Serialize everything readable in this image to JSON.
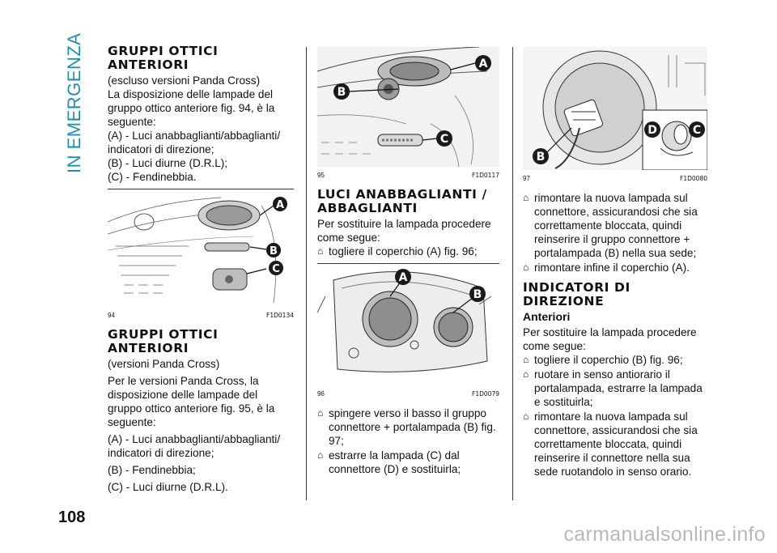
{
  "section_title": "IN EMERGENZA",
  "page_number": "108",
  "watermark": "carmanualsonline.info",
  "col1": {
    "h1": "GRUPPI OTTICI ANTERIORI",
    "p1": [
      "(escluso versioni Panda Cross)",
      "La disposizione delle lampade del gruppo ottico anteriore fig. 94, è la seguente:",
      "(A) - Luci anabbaglianti/abbaglianti/ indicatori di direzione;",
      "(B) - Luci diurne (D.R.L);",
      "(C) - Fendinebbia."
    ],
    "fig": {
      "number": "94",
      "code": "F1D0134",
      "labels": [
        "A",
        "B",
        "C"
      ]
    },
    "h2": "GRUPPI OTTICI ANTERIORI",
    "p2": [
      "(versioni Panda Cross)",
      "Per le versioni Panda Cross, la disposizione delle lampade del gruppo ottico anteriore fig. 95, è la seguente:",
      "(A) - Luci anabbaglianti/abbaglianti/ indicatori di direzione;",
      "(B) - Fendinebbia;",
      "(C) - Luci diurne (D.R.L)."
    ]
  },
  "col2": {
    "fig95": {
      "number": "95",
      "code": "F1D0117",
      "labels": [
        "A",
        "B",
        "C"
      ]
    },
    "h": "LUCI ANABBAGLIANTI / ABBAGLIANTI",
    "intro": "Per sostituire la lampada procedere come segue:",
    "bullets1": [
      "togliere il coperchio (A) fig. 96;"
    ],
    "fig96": {
      "number": "96",
      "code": "F1D0079",
      "labels": [
        "A",
        "B"
      ]
    },
    "bullets2": [
      "spingere verso il basso il gruppo connettore + portalampada (B) fig. 97;",
      "estrarre la lampada (C) dal connettore (D) e sostituirla;"
    ]
  },
  "col3": {
    "fig97": {
      "number": "97",
      "code": "F1D0080",
      "labels": [
        "B",
        "D",
        "C"
      ]
    },
    "bullets1": [
      "rimontare la nuova lampada sul connettore, assicurandosi che sia correttamente bloccata, quindi reinserire il gruppo connettore + portalampada (B) nella sua sede;",
      "rimontare infine il coperchio (A)."
    ],
    "h": "INDICATORI DI DIREZIONE",
    "subh": "Anteriori",
    "intro": "Per sostituire la lampada procedere come segue:",
    "bullets2": [
      "togliere il coperchio (B) fig. 96;",
      "ruotare in senso antiorario il portalampada, estrarre la lampada e sostituirla;",
      "rimontare la nuova lampada sul connettore, assicurandosi che sia correttamente bloccata, quindi reinserire il connettore nella sua sede ruotandolo in senso orario."
    ]
  },
  "icons": {
    "bullet": "bulb-icon",
    "badge_color": "#1a1a1a"
  }
}
